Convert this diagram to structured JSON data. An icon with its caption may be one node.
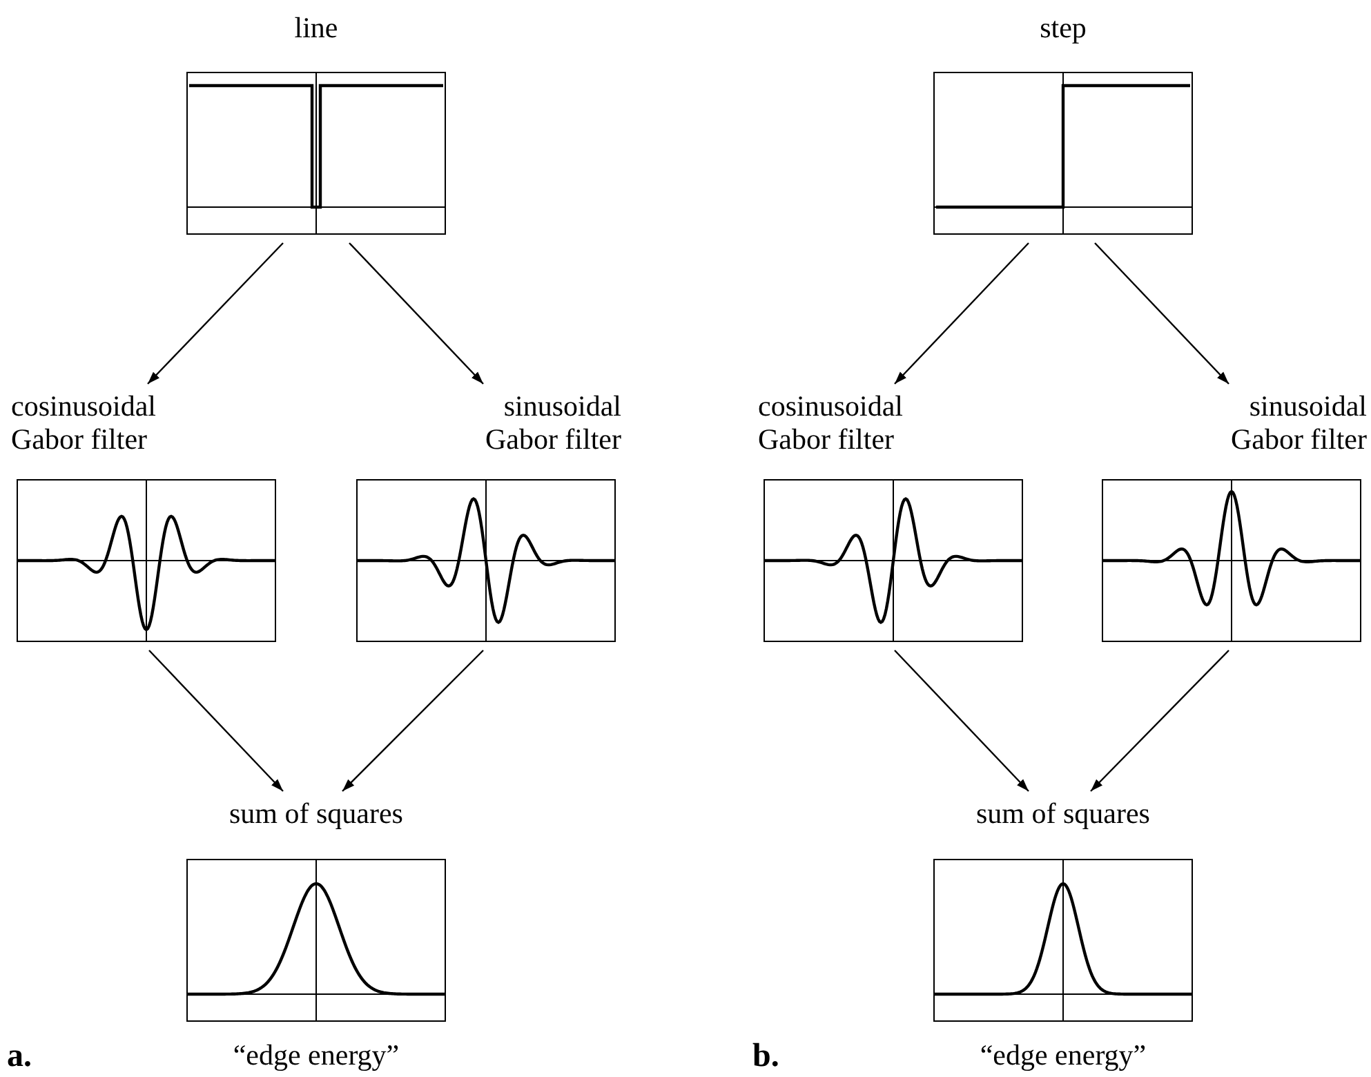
{
  "diagram": {
    "nodes": [
      {
        "text": [
          "line"
        ]
      },
      {
        "text": [
          "cosinusoidal Gabor filter"
        ]
      },
      {
        "text": [
          "sinusoidal Gabor filter"
        ]
      },
      {
        "text": [
          "sum of squares"
        ],
        "beside": [
          "“edge energy”"
        ]
      },
      {
        "text": [
          "step"
        ]
      },
      {
        "text": [
          "cosinusoidal Gabor filter"
        ]
      },
      {
        "text": [
          "sinusoidal Gabor filter"
        ]
      },
      {
        "text": [
          "sum of squares"
        ],
        "beside": [
          "“edge energy”"
        ]
      }
    ],
    "edges": [
      {
        "from": 0,
        "to": 1,
        "arrow": "to"
      },
      {
        "from": 0,
        "to": 2,
        "arrow": "to"
      },
      {
        "from": 1,
        "to": 3,
        "arrow": "to"
      },
      {
        "from": 2,
        "to": 3,
        "arrow": "to"
      },
      {
        "from": 4,
        "to": 5,
        "arrow": "to"
      },
      {
        "from": 4,
        "to": 6,
        "arrow": "to"
      },
      {
        "from": 5,
        "to": 7,
        "arrow": "to"
      },
      {
        "from": 6,
        "to": 7,
        "arrow": "to"
      }
    ],
    "labels": [
      "a.",
      "b."
    ]
  }
}
